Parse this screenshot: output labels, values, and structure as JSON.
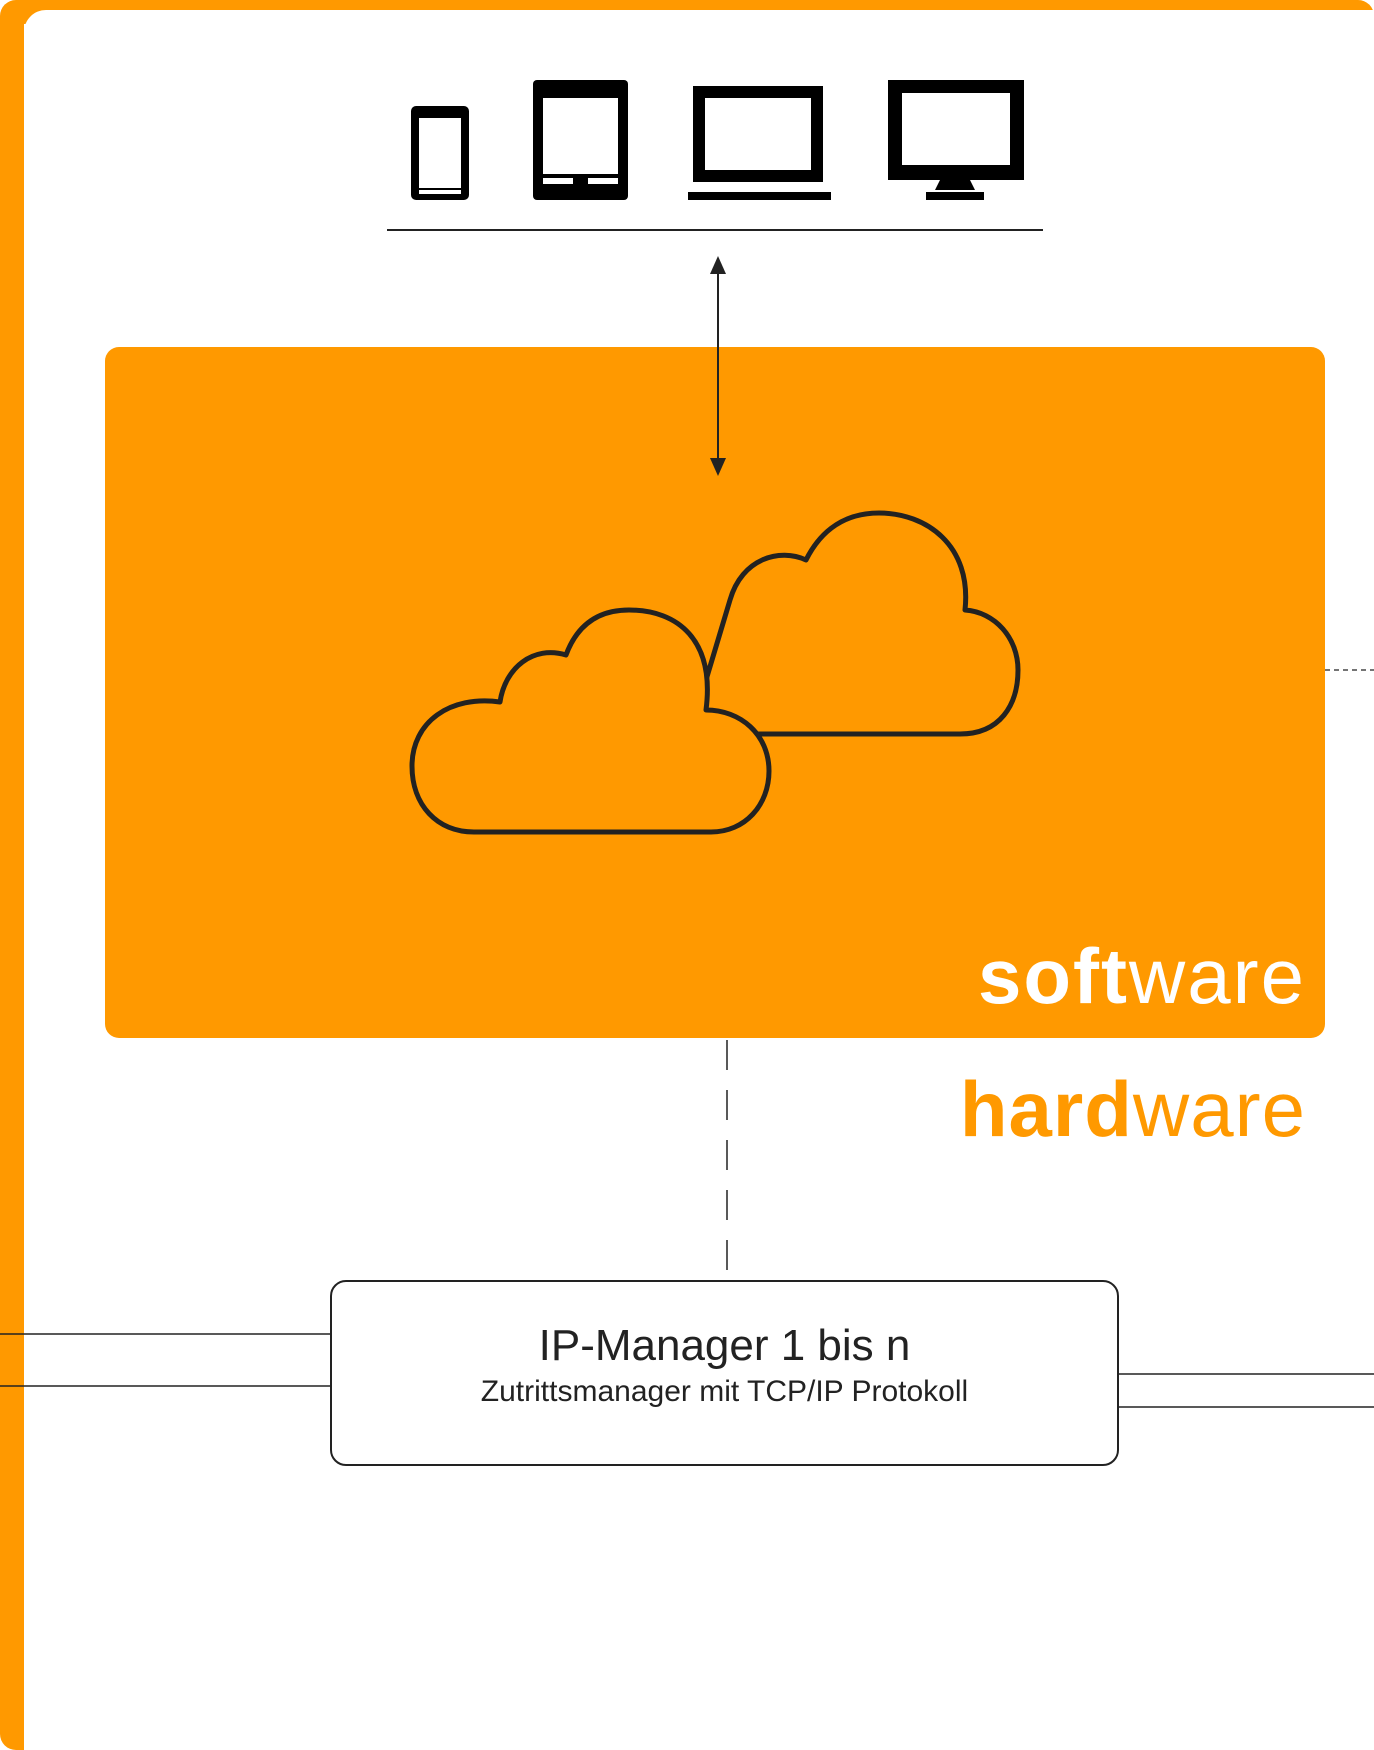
{
  "colors": {
    "accent": "#FF9900",
    "line": "#222222",
    "background": "#FFFFFF"
  },
  "devices": {
    "icons": [
      "smartphone-icon",
      "tablet-icon",
      "laptop-icon",
      "desktop-monitor-icon"
    ]
  },
  "software": {
    "label_bold": "soft",
    "label_regular": "ware",
    "icon": "cloud-icon"
  },
  "hardware": {
    "label_bold": "hard",
    "label_regular": "ware"
  },
  "ip_manager": {
    "title": "IP-Manager 1 bis n",
    "subtitle": "Zutrittsmanager mit TCP/IP Protokoll"
  }
}
